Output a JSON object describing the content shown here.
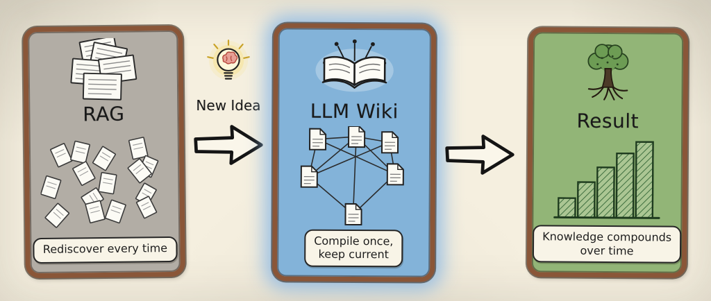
{
  "colors": {
    "background": "#f5efdf",
    "card_border": "#8a5638",
    "rag_bg": "#b2ada5",
    "wiki_bg": "#83b3d9",
    "wiki_glow": "#9cc4e4",
    "result_bg": "#92b577",
    "ink": "#1d1d1d"
  },
  "cards": [
    {
      "id": "rag",
      "title": "RAG",
      "caption_lines": [
        "Rediscover every time",
        ""
      ],
      "top_icon": "paper-stack-icon",
      "middle_icon": "scattered-papers-icon"
    },
    {
      "id": "llm-wiki",
      "title": "LLM Wiki",
      "caption_lines": [
        "Compile once,",
        "keep current"
      ],
      "top_icon": "circuit-book-icon",
      "middle_icon": "document-network-icon"
    },
    {
      "id": "result",
      "title": "Result",
      "caption_lines": [
        "Knowledge compounds",
        "over time"
      ],
      "top_icon": "tree-icon",
      "middle_icon": "bar-chart-icon"
    }
  ],
  "connectors": [
    {
      "label": "New Idea",
      "icon": "lightbulb-icon"
    },
    {
      "label": ""
    }
  ]
}
